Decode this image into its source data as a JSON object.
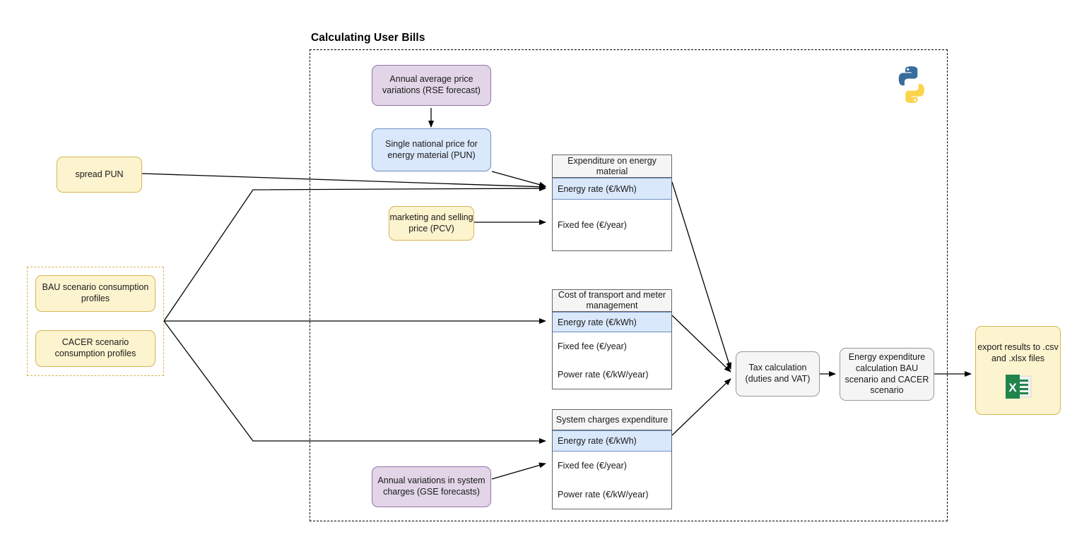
{
  "container": {
    "title": "Calculating User Bills",
    "python_logo": "python-logo-icon"
  },
  "inputs": {
    "spread_pun": "spread PUN",
    "bau": "BAU scenario consumption profiles",
    "cacer": "CACER scenario consumption profiles",
    "pcv": "marketing and selling price (PCV)"
  },
  "forecasts": {
    "rse": "Annual average price variations (RSE forecast)",
    "gse": "Annual variations in system charges (GSE forecasts)"
  },
  "pun_node": "Single national price for energy material (PUN)",
  "tables": [
    {
      "header": "Expenditure on energy material",
      "rows": [
        {
          "label": "Energy rate (€/kWh)",
          "highlight": true
        },
        {
          "label": "Fixed fee (€/year)",
          "highlight": false
        }
      ]
    },
    {
      "header": "Cost of transport and meter management",
      "rows": [
        {
          "label": "Energy rate (€/kWh)",
          "highlight": true
        },
        {
          "label": "Fixed fee (€/year)",
          "highlight": false
        },
        {
          "label": "Power rate (€/kW/year)",
          "highlight": false
        }
      ]
    },
    {
      "header": "System charges expenditure",
      "rows": [
        {
          "label": "Energy rate (€/kWh)",
          "highlight": true
        },
        {
          "label": "Fixed fee (€/year)",
          "highlight": false
        },
        {
          "label": "Power rate (€/kW/year)",
          "highlight": false
        }
      ]
    }
  ],
  "process": {
    "tax": "Tax calculation (duties and VAT)",
    "energy_expenditure": "Energy expenditure calculation BAU scenario and CACER scenario"
  },
  "output": {
    "export": "export results to .csv and .xlsx files",
    "excel_icon": "excel-file-icon"
  },
  "colors": {
    "yellow_fill": "#fcf3cf",
    "yellow_stroke": "#d6b656",
    "purple_fill": "#e1d5e7",
    "purple_stroke": "#9673a6",
    "blue_fill": "#dae8fc",
    "blue_stroke": "#6c8ebf",
    "gray_fill": "#f5f5f5",
    "gray_stroke": "#999999",
    "edge": "#000000",
    "excel_green": "#21844a",
    "python_blue": "#366d9c",
    "python_yellow": "#fcd34d"
  }
}
